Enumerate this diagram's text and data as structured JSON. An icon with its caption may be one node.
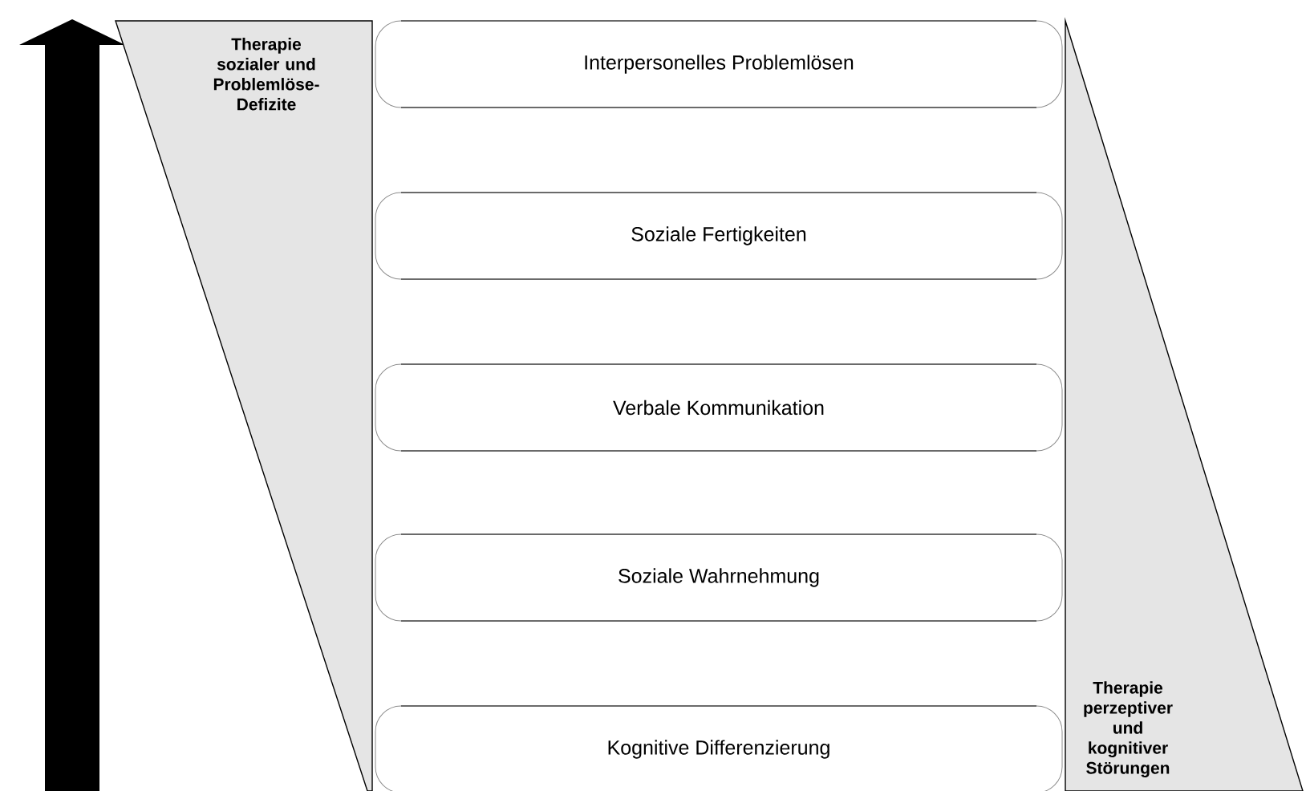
{
  "diagram": {
    "nodes": [
      {
        "text": [
          "Therapie sozialer und Problemlöse-Defizite"
        ]
      },
      {
        "text": [
          "Interpersonelles Problemlösen"
        ]
      },
      {
        "text": [
          "Soziale Fertigkeiten"
        ]
      },
      {
        "text": [
          "Verbale Kommunikation"
        ]
      },
      {
        "text": [
          "Soziale Wahrnehmung"
        ]
      },
      {
        "text": [
          "Kognitive Differenzierung"
        ]
      },
      {
        "text": [
          "Therapie perzeptiver und kognitiver Störungen"
        ]
      }
    ]
  }
}
